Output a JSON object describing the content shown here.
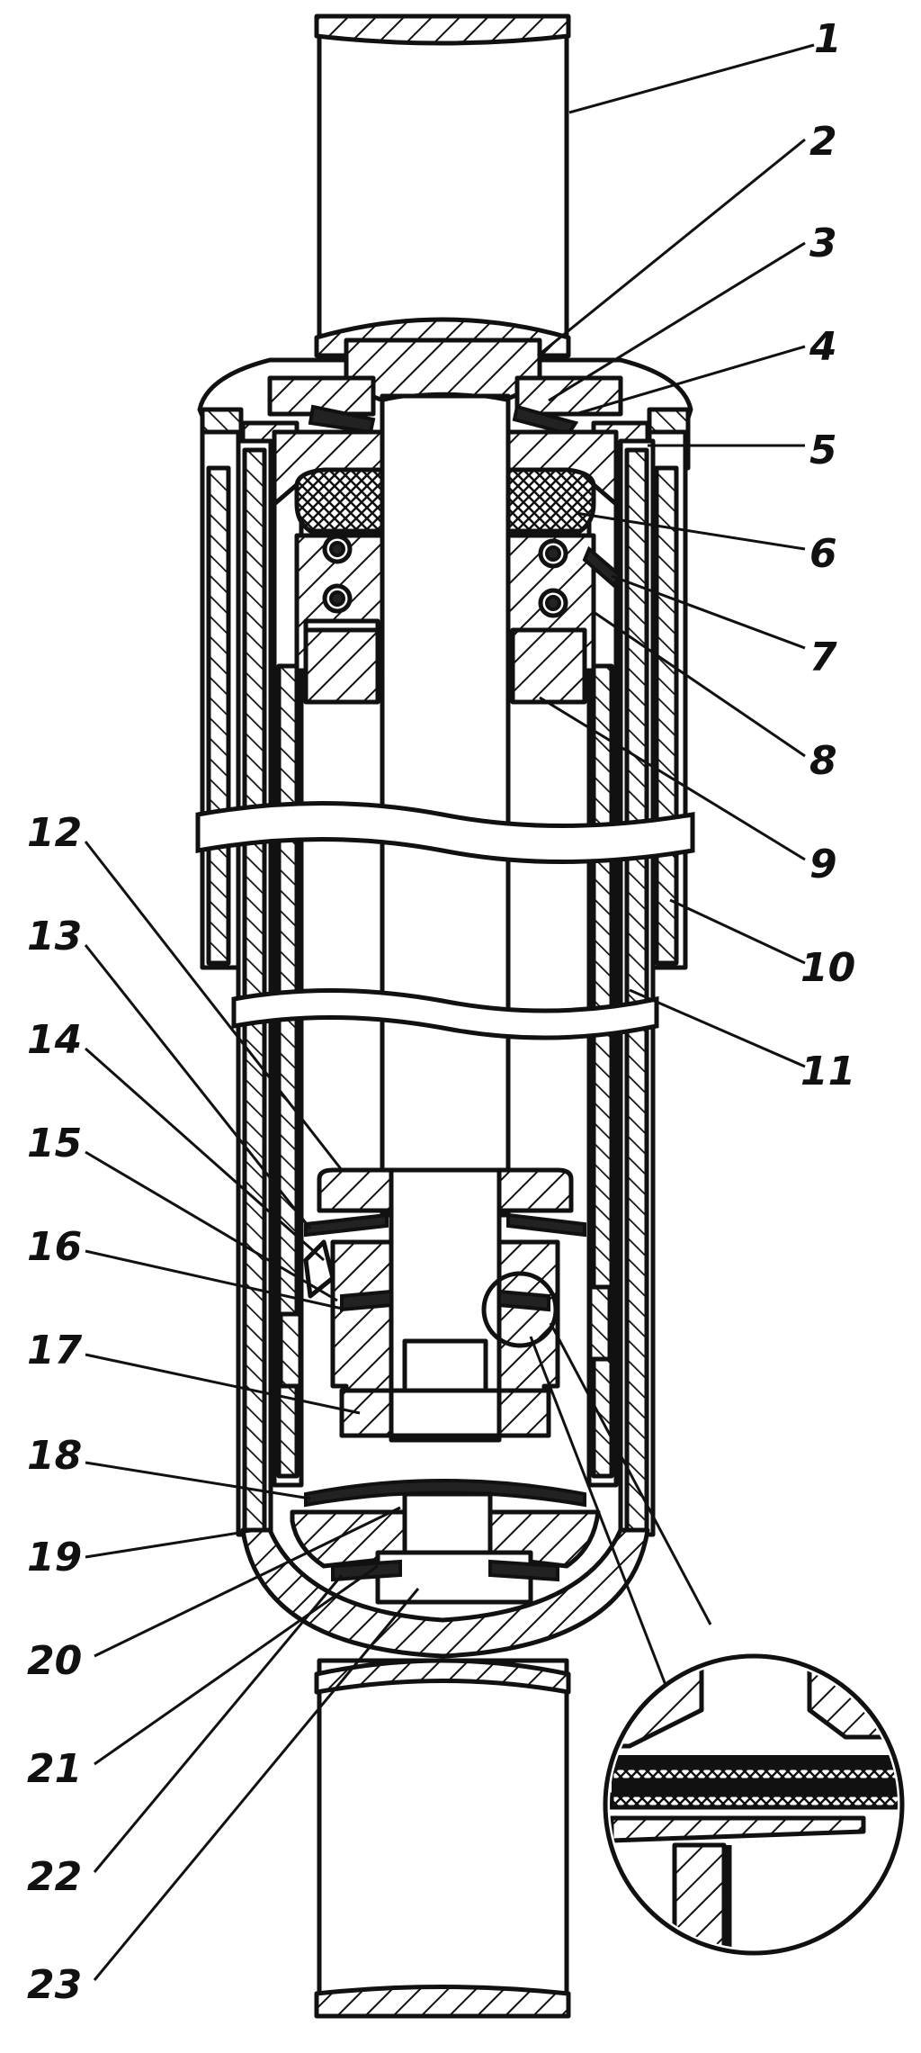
{
  "figure": {
    "subject": "telescopic shock absorber sectional drawing",
    "callouts": [
      {
        "number": "1"
      },
      {
        "number": "2"
      },
      {
        "number": "3"
      },
      {
        "number": "4"
      },
      {
        "number": "5"
      },
      {
        "number": "6"
      },
      {
        "number": "7"
      },
      {
        "number": "8"
      },
      {
        "number": "9"
      },
      {
        "number": "10"
      },
      {
        "number": "11"
      },
      {
        "number": "12"
      },
      {
        "number": "13"
      },
      {
        "number": "14"
      },
      {
        "number": "15"
      },
      {
        "number": "16"
      },
      {
        "number": "17"
      },
      {
        "number": "18"
      },
      {
        "number": "19"
      },
      {
        "number": "20"
      },
      {
        "number": "21"
      },
      {
        "number": "22"
      },
      {
        "number": "23"
      }
    ],
    "detail_view": "enlarged detail of piston valve disc stack",
    "colors": {
      "ink": "#111111",
      "paper": "#ffffff"
    }
  }
}
